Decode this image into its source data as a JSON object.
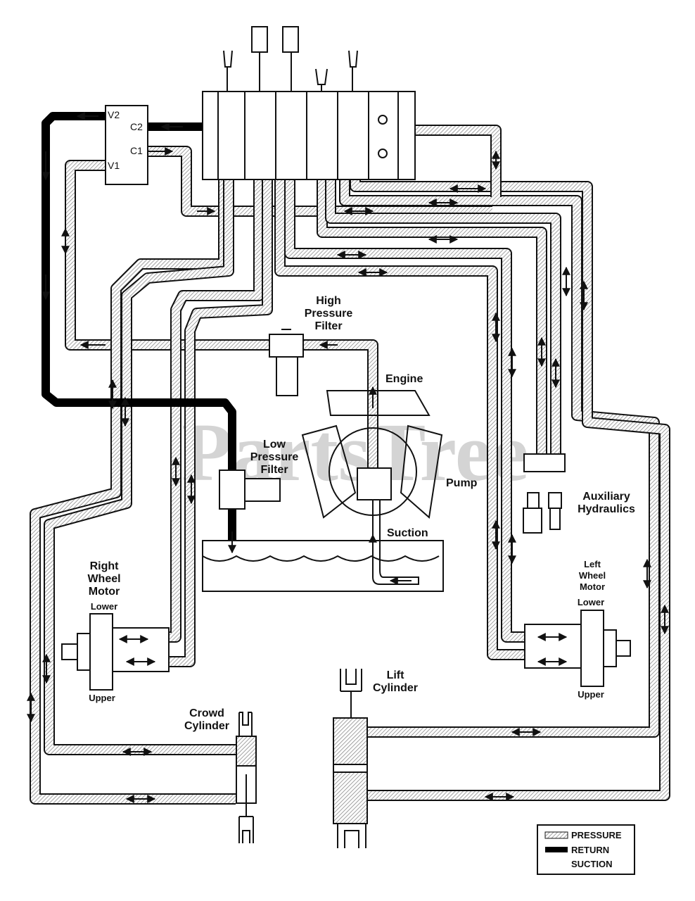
{
  "watermark": "PartsTree",
  "valve_ports": {
    "v2": "V2",
    "c2": "C2",
    "c1": "C1",
    "v1": "V1"
  },
  "labels": {
    "high_pressure_filter": [
      "High",
      "Pressure",
      "Filter"
    ],
    "engine": "Engine",
    "low_pressure_filter": [
      "Low",
      "Pressure",
      "Filter"
    ],
    "pump": "Pump",
    "suction": "Suction",
    "auxiliary_hydraulics": [
      "Auxiliary",
      "Hydraulics"
    ],
    "right_wheel_motor": [
      "Right",
      "Wheel",
      "Motor"
    ],
    "left_wheel_motor": [
      "Left",
      "Wheel",
      "Motor"
    ],
    "right_lower": "Lower",
    "right_upper": "Upper",
    "left_lower": "Lower",
    "left_upper": "Upper",
    "crowd_cylinder": [
      "Crowd",
      "Cylinder"
    ],
    "lift_cylinder": [
      "Lift",
      "Cylinder"
    ]
  },
  "legend": {
    "items": [
      {
        "label": "PRESSURE",
        "style": "hatched"
      },
      {
        "label": "RETURN",
        "style": "solid-black"
      },
      {
        "label": "SUCTION",
        "style": "none"
      }
    ]
  },
  "colors": {
    "line": "#111111",
    "hatch": "#9a9a9a",
    "watermark": "#d4d4d4",
    "background": "#ffffff"
  }
}
